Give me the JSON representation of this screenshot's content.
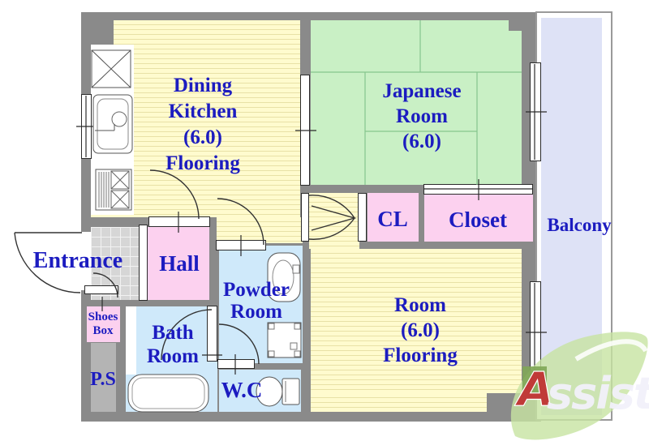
{
  "labels": {
    "dining_kitchen": "Dining\nKitchen\n(6.0)\nFlooring",
    "japanese_room": "Japanese\nRoom\n(6.0)",
    "room": "Room\n(6.0)\nFlooring",
    "cl": "CL",
    "closet": "Closet",
    "balcony": "Balcony",
    "entrance": "Entrance",
    "hall": "Hall",
    "shoes_box": "Shoes\nBox",
    "ps": "P.S",
    "bath_room": "Bath\nRoom",
    "powder_room": "Powder\nRoom",
    "wc": "W.C"
  },
  "logo": {
    "a": "A",
    "rest": "ssist"
  },
  "colors": {
    "wall": "#8a8a8a",
    "flooring": "#fffbce",
    "flooring_stripe": "#e8e1a6",
    "tatami_green": "#c9f0c5",
    "tatami_line": "#86c58e",
    "closet_pink": "#fcd1ef",
    "wet_area_blue": "#cfe9fa",
    "balcony_lavender": "#dee2f6",
    "entrance_tile": "#d6d6d6",
    "ps_gray": "#b4b4b4",
    "label_blue": "#1c1cc0",
    "logo_leaf": "#c7e3a1",
    "logo_square_green": "#7fa657",
    "logo_a_red": "#c03a38"
  }
}
